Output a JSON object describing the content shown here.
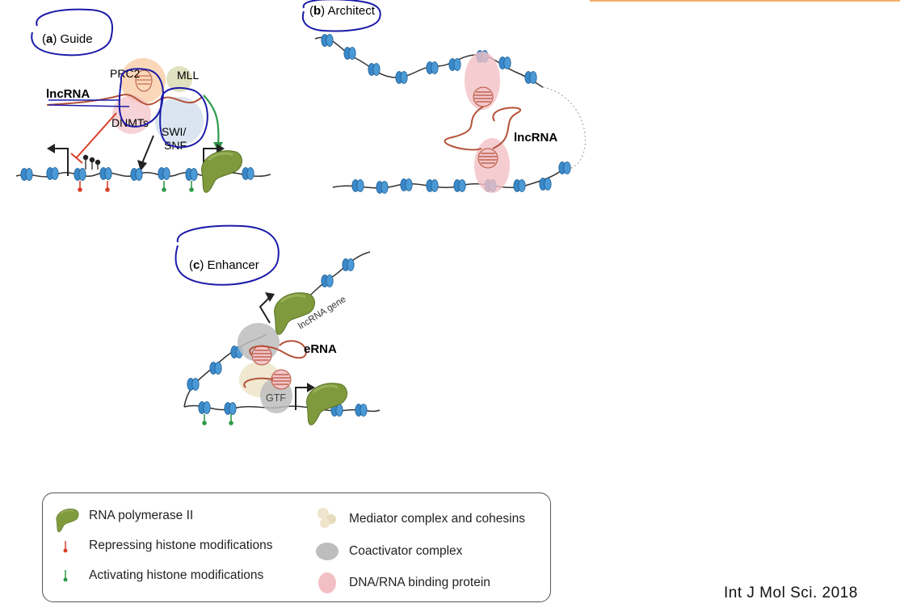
{
  "panels": {
    "guide": {
      "title_letter": "a",
      "title_text": "Guide",
      "labels": {
        "prc2": "PRC2",
        "mll": "MLL",
        "lncrna": "lncRNA",
        "dnmts": "DNMTs",
        "swi": "SWI/",
        "snf": "SNF"
      }
    },
    "architect": {
      "title_letter": "b",
      "title_text": "Architect",
      "labels": {
        "lncrna": "lncRNA"
      }
    },
    "enhancer": {
      "title_letter": "c",
      "title_text": "Enhancer",
      "labels": {
        "lncrna_gene": "lncRNA gene",
        "erna": "eRNA",
        "gtf": "GTF"
      }
    }
  },
  "legend": {
    "items": [
      {
        "label": "RNA polymerase II",
        "icon": "rna-polymerase-icon"
      },
      {
        "label": "Repressing histone modifications",
        "icon": "repressing-mark-icon"
      },
      {
        "label": "Activating histone modifications",
        "icon": "activating-mark-icon"
      },
      {
        "label": "Mediator complex and cohesins",
        "icon": "mediator-icon"
      },
      {
        "label": "Coactivator complex",
        "icon": "coactivator-icon"
      },
      {
        "label": "DNA/RNA binding protein",
        "icon": "binding-protein-icon"
      }
    ]
  },
  "citation": "Int J Mol Sci. 2018",
  "colors": {
    "nucleosome": "#3a88c8",
    "polymerase": "#7e9a3c",
    "rna": "#b5523a",
    "repress": "#d8402a",
    "activate": "#2e9a4a",
    "annotation_ink": "#1a1aa8",
    "binding_protein": "#f2c0c4",
    "coactivator": "#bdbdbd",
    "prc2": "#f8c9a0",
    "mll": "#d9dcb4",
    "swi": "#cfdcec",
    "mediator": "#eee5cc"
  }
}
